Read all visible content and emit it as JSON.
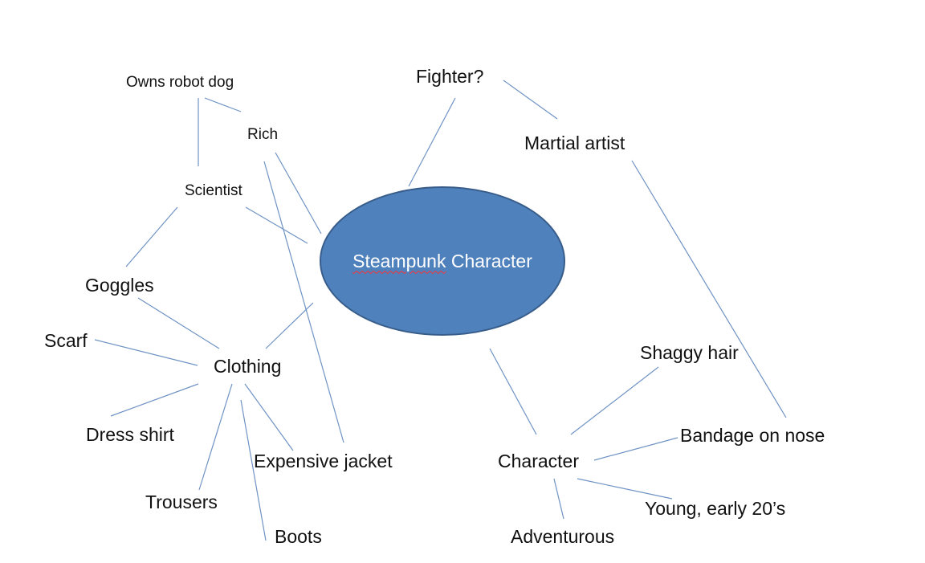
{
  "colors": {
    "line": "#6f93c4",
    "ellipse_fill": "#4f81bd",
    "ellipse_stroke": "#385d8a",
    "center_text": "#ffffff",
    "spellcheck_underline": "#ff3030"
  },
  "center": {
    "word1": "Steampunk",
    "word2": " Character"
  },
  "nodes": {
    "owns_robot_dog": "Owns robot dog",
    "rich": "Rich",
    "scientist": "Scientist",
    "goggles": "Goggles",
    "scarf": "Scarf",
    "clothing": "Clothing",
    "dress_shirt": "Dress shirt",
    "expensive_jacket": "Expensive jacket",
    "trousers": "Trousers",
    "boots": "Boots",
    "fighter": "Fighter?",
    "martial_artist": "Martial artist",
    "shaggy_hair": "Shaggy hair",
    "bandage_on_nose": "Bandage on nose",
    "character": "Character",
    "young": "Young, early 20’s",
    "adventurous": "Adventurous"
  }
}
